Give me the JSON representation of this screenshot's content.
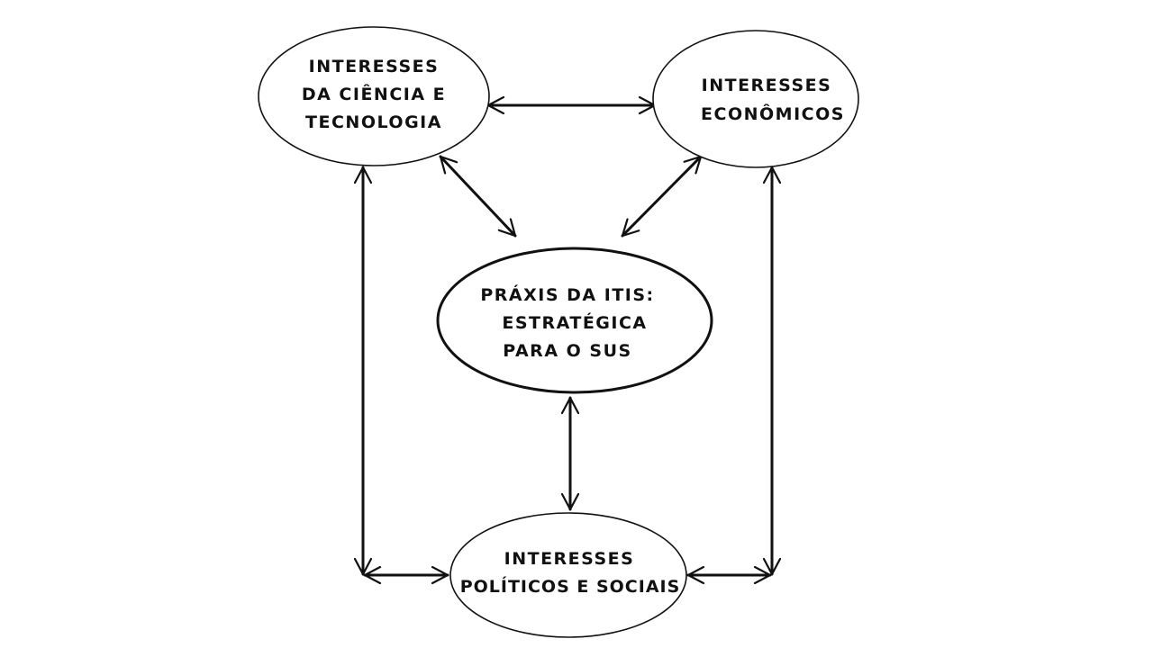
{
  "diagram": {
    "nodes": {
      "science": {
        "lines": [
          "INTERESSES",
          "DA CIÊNCIA E",
          "TECNOLOGIA"
        ]
      },
      "economic": {
        "lines": [
          "INTERESSES",
          "ECONÔMICOS"
        ]
      },
      "praxis": {
        "lines": [
          "PRÁXIS DA ITIS:",
          "ESTRATÉGICA",
          "PARA O SUS"
        ]
      },
      "political": {
        "lines": [
          "INTERESSES",
          "POLÍTICOS E SOCIAIS"
        ]
      }
    },
    "colors": {
      "stroke": "#111111",
      "background": "#ffffff"
    }
  }
}
